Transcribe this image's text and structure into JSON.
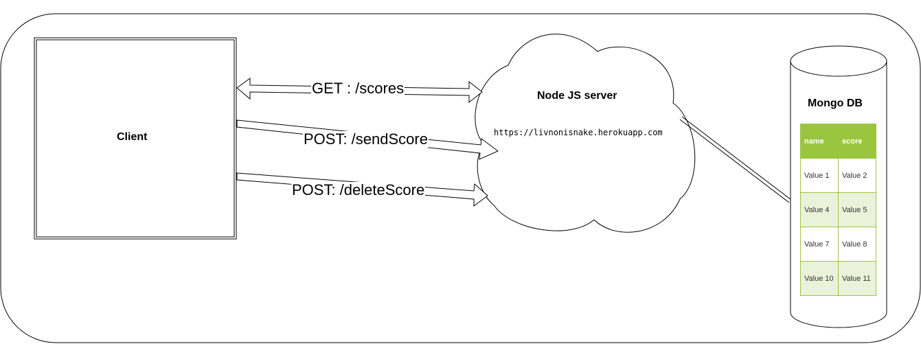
{
  "client": {
    "label": "Client"
  },
  "server": {
    "label": "Node JS server",
    "url": "https://livnonisnake.herokuapp.com"
  },
  "database": {
    "label": "Mongo DB",
    "columns": [
      "name",
      "score"
    ],
    "rows": [
      [
        "Value 1",
        "Value 2"
      ],
      [
        "Value 4",
        "Value 5"
      ],
      [
        "Value 7",
        "Value 8"
      ],
      [
        "Value 10",
        "Value 11"
      ]
    ],
    "header_color": "#9ac53f",
    "alt_row_color": "#eaf3d9"
  },
  "edges": [
    {
      "label": "GET : /scores",
      "direction": "bidirectional"
    },
    {
      "label": "POST: /sendScore",
      "direction": "client-to-server"
    },
    {
      "label": "POST: /deleteScore",
      "direction": "client-to-server"
    }
  ]
}
